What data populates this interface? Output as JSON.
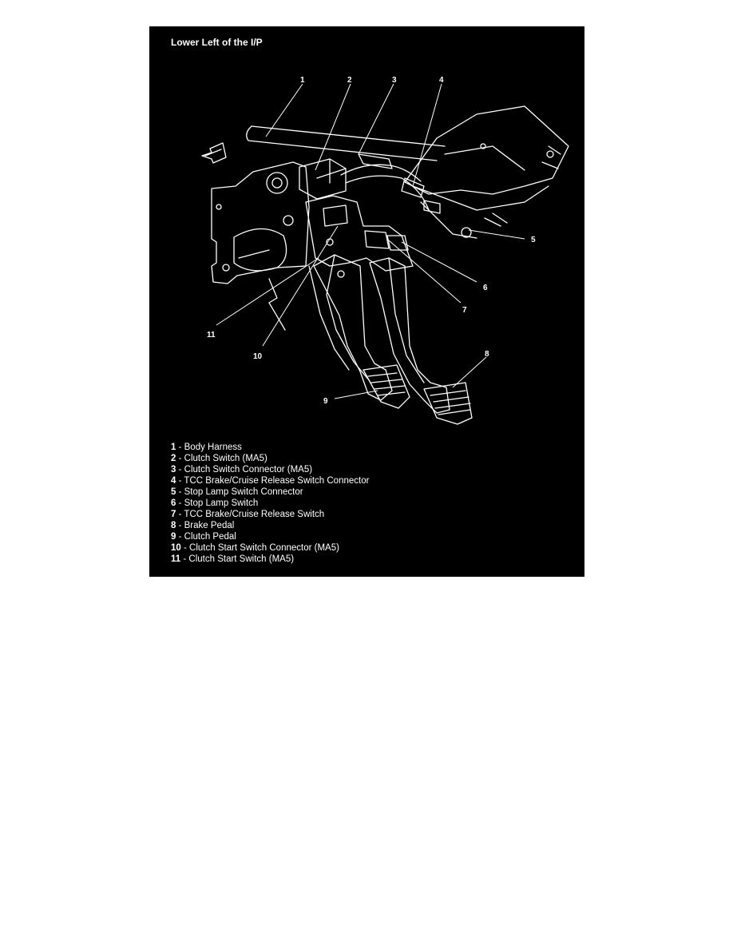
{
  "figure": {
    "title": "Lower Left of the I/P",
    "callouts": [
      "1",
      "2",
      "3",
      "4",
      "5",
      "6",
      "7",
      "8",
      "9",
      "10",
      "11"
    ],
    "legend": [
      {
        "num": "1",
        "text": "Body Harness"
      },
      {
        "num": "2",
        "text": "Clutch Switch (MA5)"
      },
      {
        "num": "3",
        "text": "Clutch Switch Connector (MA5)"
      },
      {
        "num": "4",
        "text": "TCC Brake/Cruise Release Switch Connector"
      },
      {
        "num": "5",
        "text": "Stop Lamp Switch Connector"
      },
      {
        "num": "6",
        "text": "Stop Lamp Switch"
      },
      {
        "num": "7",
        "text": "TCC Brake/Cruise Release Switch"
      },
      {
        "num": "8",
        "text": "Brake Pedal"
      },
      {
        "num": "9",
        "text": "Clutch Pedal"
      },
      {
        "num": "10",
        "text": "Clutch Start Switch Connector (MA5)"
      },
      {
        "num": "11",
        "text": "Clutch Start Switch (MA5)"
      }
    ]
  }
}
